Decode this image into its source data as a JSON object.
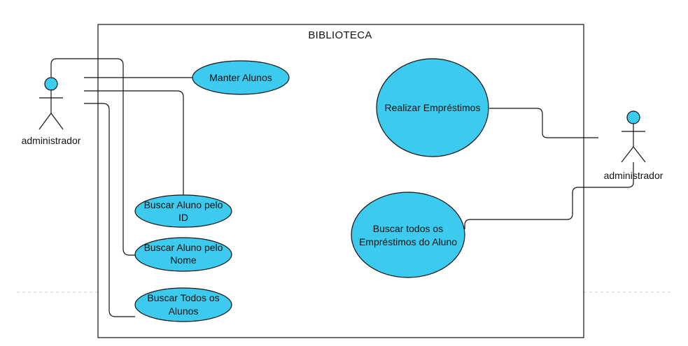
{
  "system": {
    "title": "BIBLIOTECA"
  },
  "actors": {
    "left": {
      "label": "administrador"
    },
    "right": {
      "label": "administrador"
    }
  },
  "use_cases": {
    "manter_alunos": {
      "line1": "Manter Alunos",
      "line2": ""
    },
    "buscar_id": {
      "line1": "Buscar Aluno pelo",
      "line2": "ID"
    },
    "buscar_nome": {
      "line1": "Buscar Aluno pelo",
      "line2": "Nome"
    },
    "buscar_todos": {
      "line1": "Buscar Todos os",
      "line2": "Alunos"
    },
    "realizar_emprestimos": {
      "line1": "Realizar Empréstimos",
      "line2": ""
    },
    "buscar_emprestimos": {
      "line1": "Buscar todos os",
      "line2": "Empréstimos do Aluno"
    }
  },
  "colors": {
    "use_case_fill": "#3ccbee",
    "actor_head_fill": "#3ccbee",
    "stroke": "#111111",
    "dashed_line": "#cccccc"
  }
}
